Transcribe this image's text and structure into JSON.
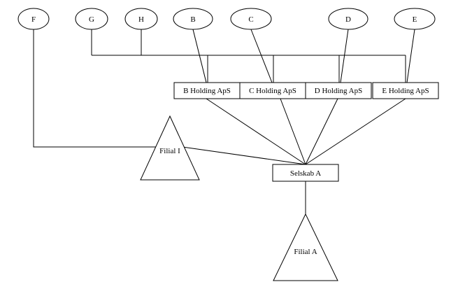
{
  "owners": {
    "F": "F",
    "G": "G",
    "H": "H",
    "B": "B",
    "C": "C",
    "D": "D",
    "E": "E"
  },
  "holdings": {
    "b": "B Holding ApS",
    "c": "C Holding ApS",
    "d": "D Holding ApS",
    "e": "E Holding ApS"
  },
  "company": "Selskab A",
  "subsidiaries": {
    "filial_i": "Filial I",
    "filial_a": "Filial A"
  }
}
